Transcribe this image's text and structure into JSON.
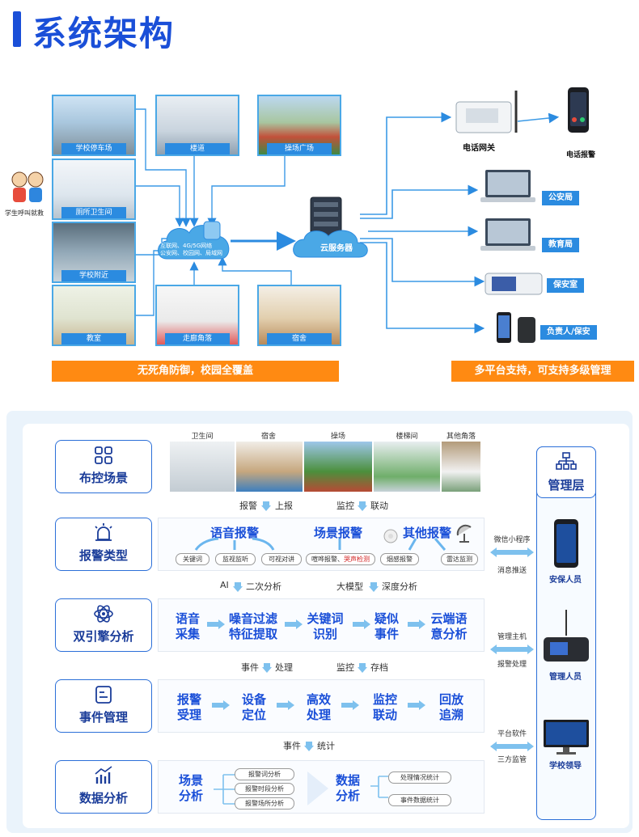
{
  "header": {
    "title": "系统架构"
  },
  "top": {
    "locations": [
      "学校停车场",
      "楼道",
      "操场广场",
      "厕所卫生间",
      "学校附近",
      "教室",
      "走廊角落",
      "宿舍"
    ],
    "student_label": "学生呼叫就救",
    "network_text_1": "互联网、4G/5G网络",
    "network_text_2": "公安网、校园网、局域网",
    "cloud_server": "云服务器",
    "phone_gateway": "电话网关",
    "phone_alarm": "电话报警",
    "destinations": [
      "公安局",
      "教育局",
      "保安室",
      "负责人/保安"
    ],
    "banner_left": "无死角防御，校园全覆盖",
    "banner_right": "多平台支持，可支持多级管理"
  },
  "rows": {
    "layout": {
      "label": "布控场景",
      "scenes": [
        "卫生间",
        "宿舍",
        "操场",
        "楼梯间",
        "其他角落"
      ]
    },
    "between1": [
      "报警",
      "上报",
      "监控",
      "联动"
    ],
    "alarm": {
      "label": "报警类型",
      "categories": [
        "语音报警",
        "场景报警",
        "其他报警"
      ],
      "pills": [
        "关键词",
        "监视监听",
        "可视对讲",
        "喧哗报警",
        "哭声检测",
        "烟感报警",
        "雷达监测"
      ]
    },
    "between2": [
      "AI",
      "二次分析",
      "大模型",
      "深度分析"
    ],
    "engine": {
      "label": "双引擎分析",
      "steps": [
        [
          "语音",
          "采集"
        ],
        [
          "噪音过滤",
          "特征提取"
        ],
        [
          "关键词",
          "识别"
        ],
        [
          "疑似",
          "事件"
        ],
        [
          "云端语",
          "意分析"
        ]
      ]
    },
    "between3": [
      "事件",
      "处理",
      "监控",
      "存档"
    ],
    "event": {
      "label": "事件管理",
      "steps": [
        [
          "报警",
          "受理"
        ],
        [
          "设备",
          "定位"
        ],
        [
          "高效",
          "处理"
        ],
        [
          "监控",
          "联动"
        ],
        [
          "回放",
          "追溯"
        ]
      ]
    },
    "between4": [
      "事件",
      "统计"
    ],
    "data": {
      "label": "数据分析",
      "left": [
        "场景",
        "分析"
      ],
      "pills_left": [
        "报警词分析",
        "报警时段分析",
        "报警场所分析"
      ],
      "mid": [
        "数据",
        "分析"
      ],
      "pills_right": [
        "处理情况统计",
        "事件数据统计"
      ]
    }
  },
  "management": {
    "title": "管理层",
    "links": [
      {
        "top": "微信小程序",
        "bottom": "消息推送",
        "role": "安保人员"
      },
      {
        "top": "管理主机",
        "bottom": "报警处理",
        "role": "管理人员"
      },
      {
        "top": "平台软件",
        "bottom": "三方监管",
        "role": "学校领导"
      }
    ]
  }
}
